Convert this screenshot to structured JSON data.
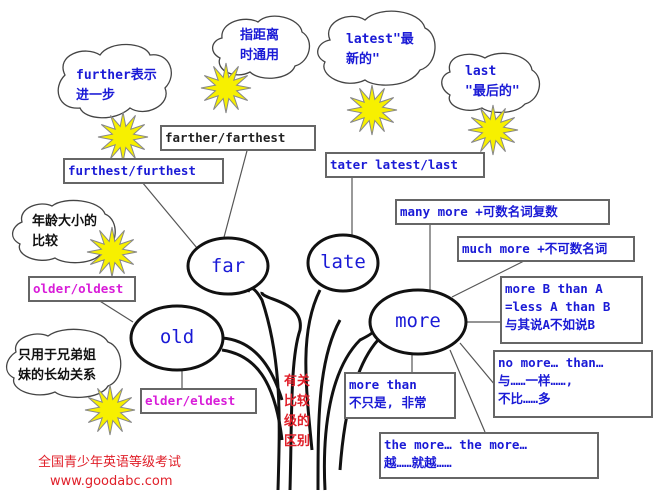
{
  "nodes": {
    "far": "far",
    "late": "late",
    "old": "old",
    "more": "more"
  },
  "boxes": {
    "farther": "farther/farthest",
    "furthest": "furthest/furthest",
    "later": "tater latest/last",
    "many_more": "many more +可数名词复数",
    "much_more": "much more +不可数名词",
    "more_b_than_a": [
      "more B than A",
      "=less A than B",
      "与其说A不如说B"
    ],
    "no_more_than": [
      "no more… than…",
      "与……一样……,",
      "不比……多"
    ],
    "more_than": [
      "more than",
      "不只是, 非常"
    ],
    "the_more": [
      "the more… the more…",
      "越……就越……"
    ],
    "older": "older/oldest",
    "elder": "elder/eldest"
  },
  "clouds": {
    "further": [
      "further表示",
      "进一步"
    ],
    "distance": [
      "指距离",
      "时通用"
    ],
    "latest": [
      "latest\"最",
      "新的\""
    ],
    "last": [
      "last",
      "\"最后的\""
    ],
    "age": [
      "年龄大小的",
      "比较"
    ],
    "siblings": [
      "只用于兄弟姐",
      "妹的长幼关系"
    ]
  },
  "trunk_label": [
    "有关",
    "比较",
    "级的",
    "区别"
  ],
  "footer": {
    "title": "全国青少年英语等级考试",
    "url": "www.goodabc.com"
  },
  "colors": {
    "blue": "#1a1ad6",
    "pink": "#d81cd8",
    "red": "#e0202a",
    "star": "#f7f000"
  }
}
